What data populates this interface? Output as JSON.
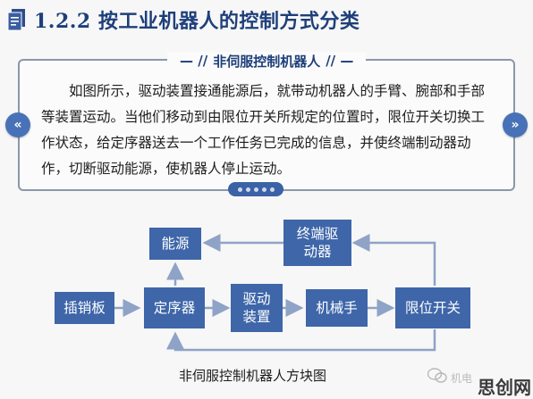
{
  "header": {
    "title": "1.2.2 按工业机器人的控制方式分类"
  },
  "panel": {
    "heading_left_deco": "— //",
    "heading": "非伺服控制机器人",
    "heading_right_deco": "// —",
    "text": "如图所示，驱动装置接通能源后，就带动机器人的手臂、腕部和手部等装置运动。当他们移动到由限位开关所规定的位置时，限位开关切换工作状态，给定序器送去一个工作任务已完成的信息，并使终端制动器动作，切断驱动能源，使机器人停止运动。"
  },
  "nav": {
    "prev_label": "«",
    "next_label": "»"
  },
  "diagram": {
    "nodes": {
      "power": "能源",
      "plugboard": "插销板",
      "sequencer": "定序器",
      "drive": "驱动\n装置",
      "manipulator": "机械手",
      "limit_switch": "限位开关",
      "terminal_brake": "终端驱\n动器"
    },
    "caption": "非伺服控制机器人方块图"
  },
  "watermark": {
    "small": "机电",
    "big": "思创网"
  },
  "colors": {
    "box": "#3e66a9",
    "arrow": "#8ea3c6",
    "title": "#1e3f7a",
    "nav": "#4872b8"
  }
}
